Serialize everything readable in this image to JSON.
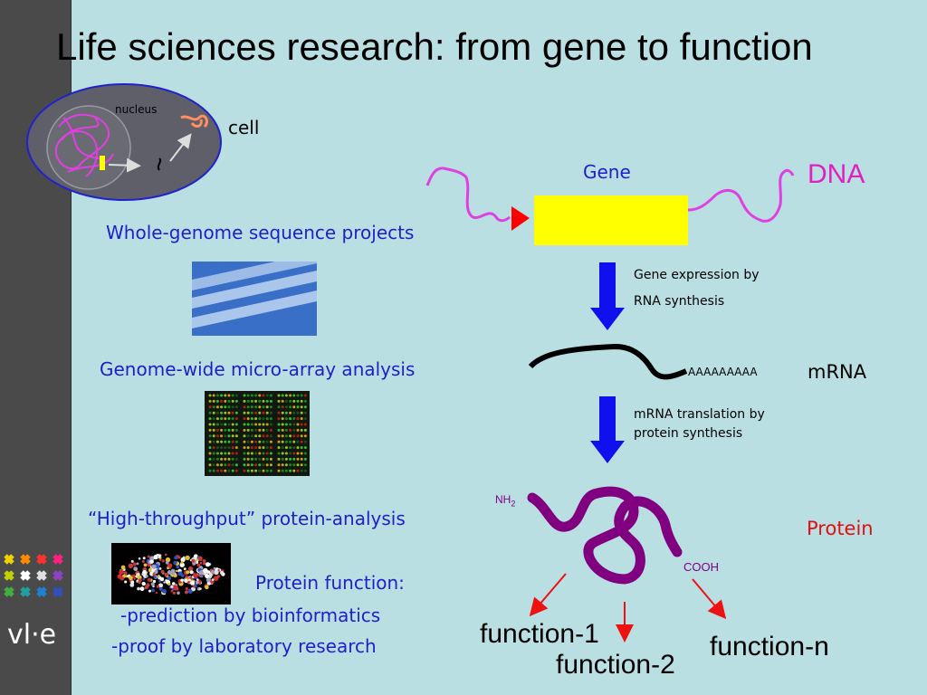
{
  "slide": {
    "title": "Life sciences research: from gene to function",
    "logo": "vl·e"
  },
  "cell_diagram": {
    "nucleus_label": "nucleus",
    "cell_label": "cell"
  },
  "left_column": {
    "whole_genome": "Whole-genome sequence projects",
    "micro_array": "Genome-wide micro-array analysis",
    "protein_analysis": "“High-throughput” protein-analysis",
    "protein_function_title": "Protein function:",
    "prediction": "-prediction by bioinformatics",
    "proof": "-proof by laboratory research"
  },
  "pathway": {
    "gene_label": "Gene",
    "dna_label": "DNA",
    "gene_expression_line1": "Gene expression by",
    "gene_expression_line2": "RNA synthesis",
    "poly_a": "AAAAAAAAA",
    "mrna_label": "mRNA",
    "translation_line1": "mRNA translation by",
    "translation_line2": "protein synthesis",
    "nh2": "NH",
    "nh2_sub": "2",
    "cooh": "COOH",
    "protein_label": "Protein",
    "function_1": "function-1",
    "function_2": "function-2",
    "function_n": "function-n"
  },
  "colors": {
    "background": "#b9dfe3",
    "dna": "#e040e0",
    "gene_box": "#ffff00",
    "arrow": "#1010ee",
    "protein": "#800080",
    "function_arrow": "#ee1111"
  }
}
